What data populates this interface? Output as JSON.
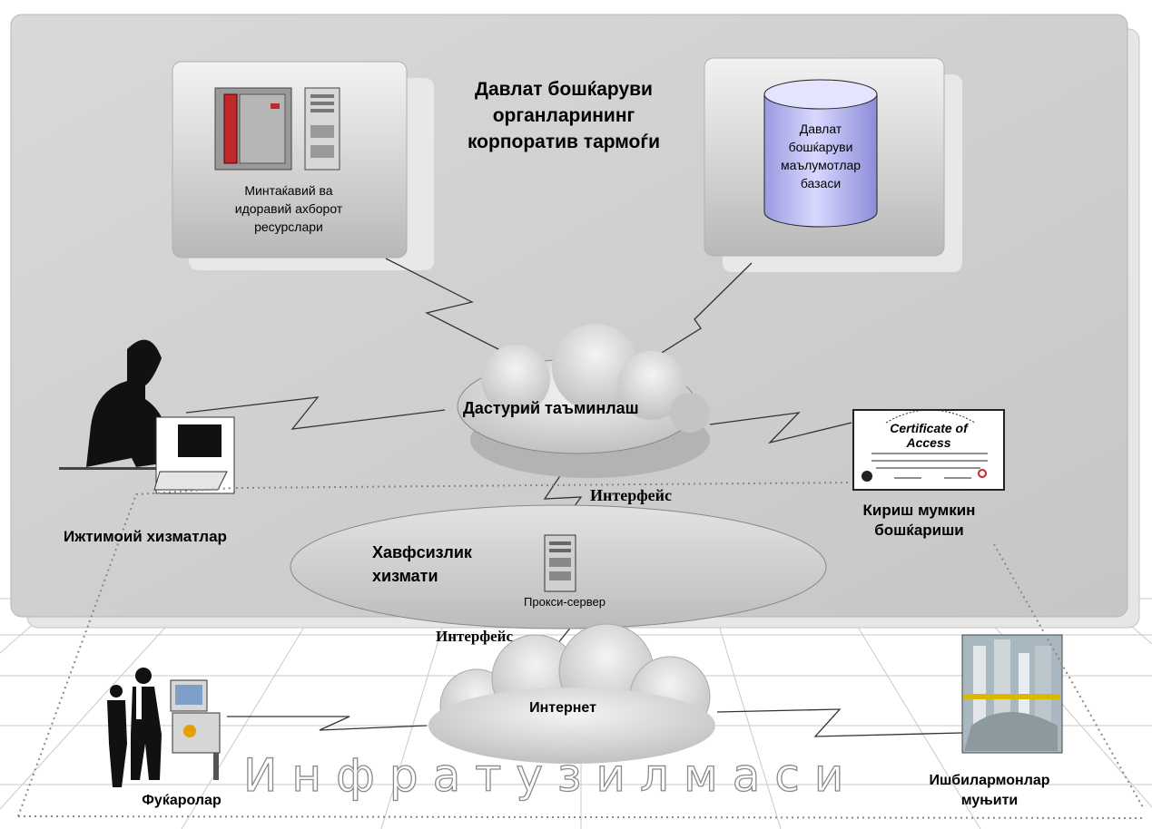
{
  "diagram": {
    "corporate_network_title": "Давлат бошќаруви органларининг корпоратив тармоѓи",
    "regional_resources_label": "Минтаќавий ва идоравий ахборот ресурслари",
    "database_label": "Давлат бошќаруви маълумотлар базаси",
    "software_cloud_label": "Дастурий таъминлаш",
    "interface_label_upper": "Интерфейс",
    "interface_label_lower": "Интерфейс",
    "security_service_label": "Хавфсизлик хизмати",
    "proxy_server_label": "Прокси-сервер",
    "internet_label": "Интернет",
    "social_services_label": "Ижтимоий хизматлар",
    "access_control_label": "Кириш мумкин бошќариши",
    "certificate_text": "Certificate of Access",
    "citizens_label": "Фуќаролар",
    "business_label": "Ишбилармонлар муњити",
    "infrastructure_caption": "Инфратузилмаси",
    "colors": {
      "panel": "#d4d4d4",
      "database": "#c8c8f5",
      "server_red": "#c0282c",
      "cloud": "#cfcfcf"
    }
  }
}
